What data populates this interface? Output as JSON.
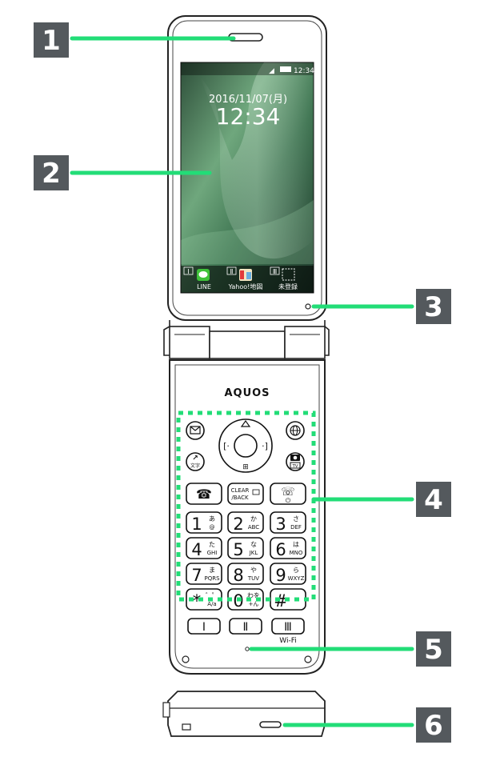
{
  "screen": {
    "date": "2016/11/07(月)",
    "time": "12:34",
    "status_time": "12:34",
    "dock": [
      {
        "num": "Ⅰ",
        "label": "LINE",
        "icon": "line-app-icon"
      },
      {
        "num": "Ⅱ",
        "label": "Yahoo!地図",
        "icon": "map-app-icon"
      },
      {
        "num": "Ⅲ",
        "label": "未登録",
        "icon": "empty-slot-icon"
      }
    ]
  },
  "brand": "AQUOS",
  "keypad": {
    "nav_icons": [
      "mail-icon",
      "internet-globe-icon",
      "arrow-char-icon",
      "camera-tv-icon"
    ],
    "char_label": "文字",
    "tv_label": "TV",
    "clear_label_1": "CLEAR",
    "clear_label_2": "/BACK",
    "digits": [
      {
        "main": "1",
        "kana": "あ",
        "sub": "@"
      },
      {
        "main": "2",
        "kana": "か",
        "sub": "ABC"
      },
      {
        "main": "3",
        "kana": "さ",
        "sub": "DEF"
      },
      {
        "main": "4",
        "kana": "た",
        "sub": "GHI"
      },
      {
        "main": "5",
        "kana": "な",
        "sub": "JKL"
      },
      {
        "main": "6",
        "kana": "は",
        "sub": "MNO"
      },
      {
        "main": "7",
        "kana": "ま",
        "sub": "PQRS"
      },
      {
        "main": "8",
        "kana": "や",
        "sub": "TUV"
      },
      {
        "main": "9",
        "kana": "ら",
        "sub": "WXYZ"
      },
      {
        "main": "*",
        "kana": "゛゜",
        "sub": "A/a"
      },
      {
        "main": "0",
        "kana": "わを",
        "sub": "+ん"
      },
      {
        "main": "#",
        "kana": "",
        "sub": ""
      }
    ],
    "shortcut_keys": [
      "Ⅰ",
      "Ⅱ",
      "Ⅲ"
    ]
  },
  "wifi_label": "Wi-Fi",
  "callouts": [
    "1",
    "2",
    "3",
    "4",
    "5",
    "6"
  ],
  "colors": {
    "accent_green": "#22dd77",
    "callout_box": "#54595d",
    "screen_green": "#4f8a5c",
    "line_green": "#3fc23a"
  }
}
